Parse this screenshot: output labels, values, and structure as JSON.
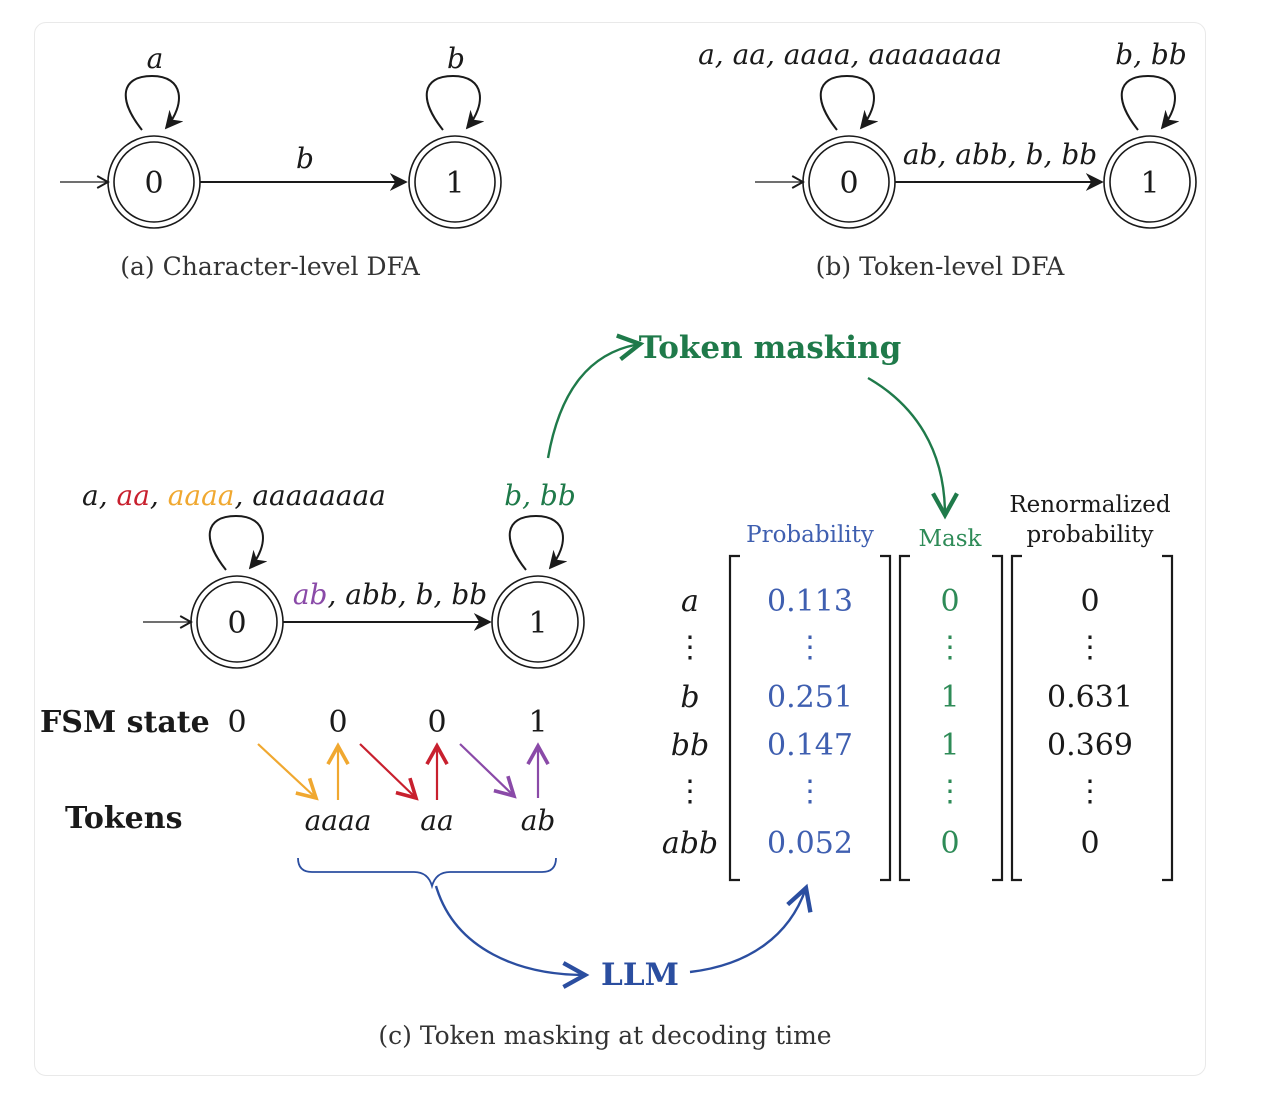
{
  "colors": {
    "black": "#1a1a1a",
    "green": "#1f7a4a",
    "blue": "#2b4ea0",
    "prob_blue": "#3f5fb0",
    "red": "#c8202e",
    "orange": "#f0a830",
    "purple": "#8a4aa8",
    "mask_green": "#2e8b57"
  },
  "panel_a": {
    "caption": "(a) Character-level DFA",
    "state0": "0",
    "state1": "1",
    "loop0_label": "a",
    "loop1_label": "b",
    "edge_label": "b"
  },
  "panel_b": {
    "caption": "(b) Token-level DFA",
    "state0": "0",
    "state1": "1",
    "loop0_label": "a, aa, aaaa, aaaaaaaa",
    "loop1_label": "b, bb",
    "edge_label": "ab, abb, b, bb"
  },
  "panel_c": {
    "caption": "(c) Token masking at decoding time",
    "state0": "0",
    "state1": "1",
    "loop0_parts": [
      "a",
      ", ",
      "aa",
      ", ",
      "aaaa",
      ", ",
      "aaaaaaaa"
    ],
    "loop1_label": "b, bb",
    "edge_parts": [
      "ab",
      ", abb, b, bb"
    ],
    "token_masking_label": "Token masking",
    "llm_label": "LLM",
    "fsm_state_label": "FSM state",
    "tokens_label": "Tokens",
    "fsm_states": [
      "0",
      "0",
      "0",
      "1"
    ],
    "tokens": [
      "aaaa",
      "aa",
      "ab"
    ],
    "matrix": {
      "header_probability": "Probability",
      "header_mask": "Mask",
      "header_renorm_line1": "Renormalized",
      "header_renorm_line2": "probability",
      "row_labels": [
        "a",
        "⋮",
        "b",
        "bb",
        "⋮",
        "abb"
      ],
      "probability": [
        "0.113",
        "⋮",
        "0.251",
        "0.147",
        "⋮",
        "0.052"
      ],
      "mask": [
        "0",
        "⋮",
        "1",
        "1",
        "⋮",
        "0"
      ],
      "renormalized": [
        "0",
        "⋮",
        "0.631",
        "0.369",
        "⋮",
        "0"
      ]
    }
  }
}
